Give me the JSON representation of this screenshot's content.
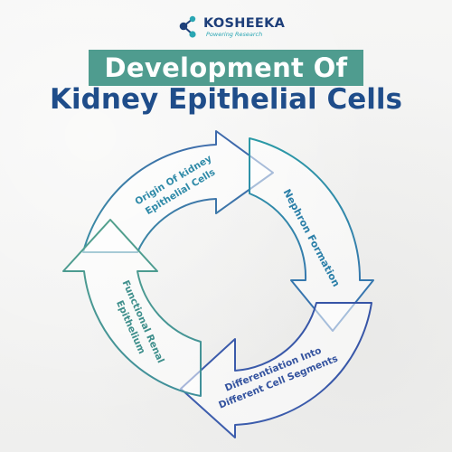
{
  "brand": {
    "name": "KOSHEEKA",
    "tagline": "Powering Research"
  },
  "title": {
    "line1": "Development Of",
    "line2": "Kidney Epithelial Cells"
  },
  "cycle": {
    "steps": [
      {
        "line1": "Origin Of kidney",
        "line2": "Epithelial Cells"
      },
      {
        "line1": "Nephron Formation"
      },
      {
        "line1": "Differentiation Into",
        "line2": "Different Cell Segments"
      },
      {
        "line1": "Functional Renal",
        "line2": "Epithelium"
      }
    ]
  },
  "colors": {
    "title_box": "#4f9c8f",
    "title_dark": "#1f4d8a",
    "brand_navy": "#1e3f7a",
    "brand_teal": "#2aa6b3",
    "arrow_teal": "#2a8fa6",
    "arrow_blue": "#3d5fa8",
    "arrow_green": "#4a9a8c"
  }
}
